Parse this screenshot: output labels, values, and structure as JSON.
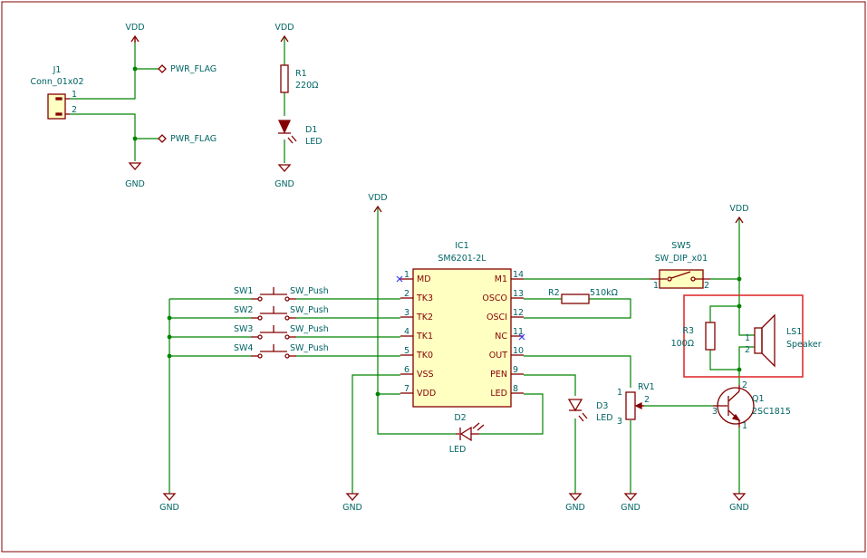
{
  "colors": {
    "wire": "#008400",
    "component": "#840000",
    "component_fill": "#ffffc2",
    "label": "#006464",
    "highlight": "#e03030",
    "no_connect": "#3b3bff"
  },
  "power": {
    "vdd": "VDD",
    "gnd": "GND",
    "pwr_flag": "PWR_FLAG"
  },
  "components": {
    "j1": {
      "ref": "J1",
      "value": "Conn_01x02",
      "pins": [
        "1",
        "2"
      ]
    },
    "r1": {
      "ref": "R1",
      "value": "220Ω"
    },
    "d1": {
      "ref": "D1",
      "value": "LED"
    },
    "d2": {
      "ref": "D2",
      "value": "LED"
    },
    "d3": {
      "ref": "D3",
      "value": "LED"
    },
    "r2": {
      "ref": "R2",
      "value": "510kΩ"
    },
    "r3": {
      "ref": "R3",
      "value": "100Ω"
    },
    "sw5": {
      "ref": "SW5",
      "value": "SW_DIP_x01",
      "pins": [
        "1",
        "2"
      ]
    },
    "ls1": {
      "ref": "LS1",
      "value": "Speaker",
      "pins": [
        "1",
        "2"
      ]
    },
    "rv1": {
      "ref": "RV1",
      "pins": [
        "1",
        "2",
        "3"
      ]
    },
    "q1": {
      "ref": "Q1",
      "value": "2SC1815",
      "pins": [
        "1",
        "2",
        "3"
      ]
    },
    "sw1": {
      "ref": "SW1",
      "value": "SW_Push"
    },
    "sw2": {
      "ref": "SW2",
      "value": "SW_Push"
    },
    "sw3": {
      "ref": "SW3",
      "value": "SW_Push"
    },
    "sw4": {
      "ref": "SW4",
      "value": "SW_Push"
    }
  },
  "ic1": {
    "ref": "IC1",
    "value": "SM6201-2L",
    "left_pins": [
      {
        "num": "1",
        "name": "MD"
      },
      {
        "num": "2",
        "name": "TK3"
      },
      {
        "num": "3",
        "name": "TK2"
      },
      {
        "num": "4",
        "name": "TK1"
      },
      {
        "num": "5",
        "name": "TK0"
      },
      {
        "num": "6",
        "name": "VSS"
      },
      {
        "num": "7",
        "name": "VDD"
      }
    ],
    "right_pins": [
      {
        "num": "14",
        "name": "M1"
      },
      {
        "num": "13",
        "name": "OSCO"
      },
      {
        "num": "12",
        "name": "OSCI"
      },
      {
        "num": "11",
        "name": "NC"
      },
      {
        "num": "10",
        "name": "OUT"
      },
      {
        "num": "9",
        "name": "PEN"
      },
      {
        "num": "8",
        "name": "LED"
      }
    ]
  }
}
